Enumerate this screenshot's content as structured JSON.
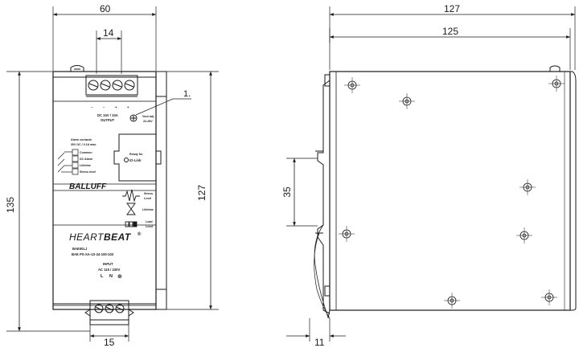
{
  "front_view": {
    "dim_width": "60",
    "dim_terminal_top": "14",
    "dim_terminal_bottom": "15",
    "dim_height_total": "135",
    "dim_height_body": "127",
    "callout": "1.",
    "terminal_polarity": [
      "−",
      "−",
      "+",
      "+"
    ],
    "output_label_1": "DC 24V / 10A",
    "output_label_2": "OUTPUT",
    "vout_adj_1": "Vout adj.",
    "vout_adj_2": "22-28V",
    "ready_for": "Ready for",
    "io_link": "IO-Link",
    "alarm_title_1": "Alarm contacts",
    "alarm_title_2": "30V DC / 0.1A max.",
    "alarm_items": [
      "Common",
      "DC Alarm",
      "Lifetime",
      "Stress level"
    ],
    "brand": "BALLUFF",
    "stress_label_1": "Stress",
    "stress_label_2": "Level",
    "lifetime_label": "Lifetime",
    "load_label_1": "Load",
    "load_label_2": "Level",
    "heartbeat_1": "HEART",
    "heartbeat_2": "BEAT",
    "reg_mark": "®",
    "model": "BAE00LJ",
    "part_number": "BAE PS-XA-1S-24-100-103",
    "input_label": "INPUT",
    "input_voltage": "AC 115 / 230V",
    "input_pins": [
      "L",
      "N",
      "⊕"
    ]
  },
  "side_view": {
    "dim_depth_total": "127",
    "dim_depth_body": "125",
    "dim_rail": "35",
    "dim_offset": "11"
  },
  "colors": {
    "line": "#1a1a1a",
    "panel": "#ffffff"
  }
}
